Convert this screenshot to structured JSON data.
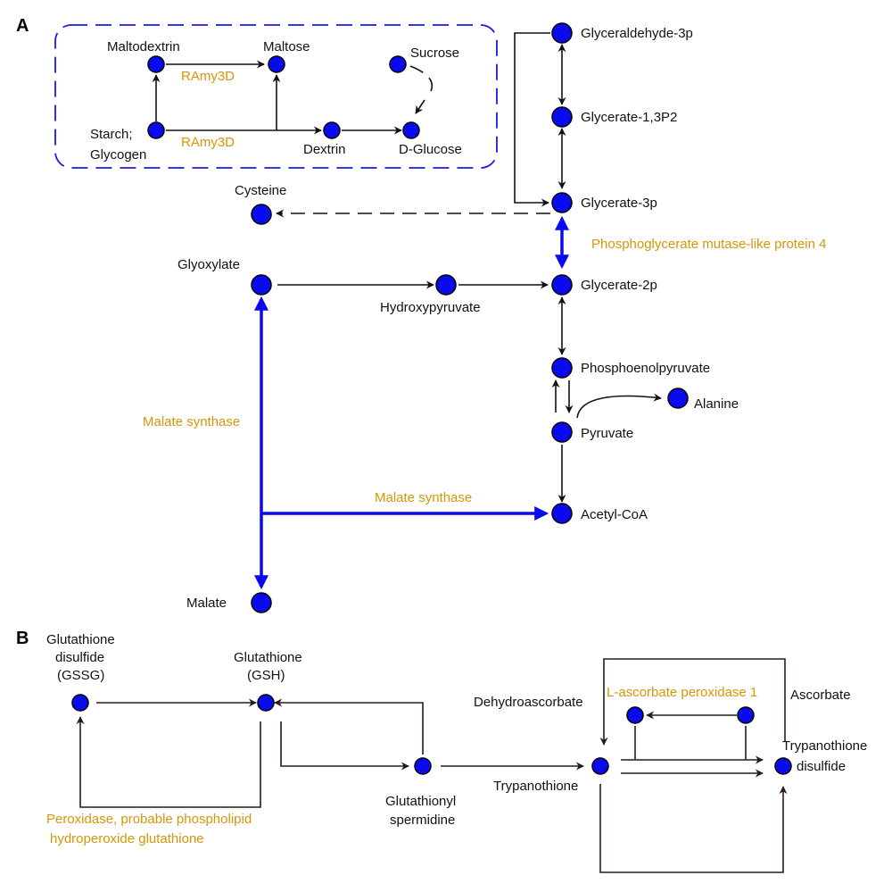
{
  "panels": {
    "a": "A",
    "b": "B"
  },
  "colors": {
    "node": "#0a0aee",
    "enzyme": "#d4960a",
    "edge": "#111111",
    "highlight": "#0a0aee"
  },
  "a": {
    "maltodextrin": "Maltodextrin",
    "maltose": "Maltose",
    "sucrose": "Sucrose",
    "starch": "Starch;",
    "glycogen": "Glycogen",
    "dextrin": "Dextrin",
    "dglucose": "D-Glucose",
    "ramy_top": "RAmy3D",
    "ramy_bottom": "RAmy3D",
    "glyceraldehyde": "Glyceraldehyde-3p",
    "glycerate13": "Glycerate-1,3P2",
    "glycerate3p": "Glycerate-3p",
    "cysteine": "Cysteine",
    "pgm": "Phosphoglycerate mutase-like protein 4",
    "glyoxylate": "Glyoxylate",
    "hydroxypyruvate": "Hydroxypyruvate",
    "glycerate2p": "Glycerate-2p",
    "pep": "Phosphoenolpyruvate",
    "alanine": "Alanine",
    "pyruvate": "Pyruvate",
    "malate_synthase_left": "Malate synthase",
    "malate_synthase_mid": "Malate synthase",
    "acetylcoa": "Acetyl-CoA",
    "malate": "Malate"
  },
  "b": {
    "gssg_1": "Glutathione",
    "gssg_2": "disulfide",
    "gssg_3": "(GSSG)",
    "gsh_1": "Glutathione",
    "gsh_2": "(GSH)",
    "dehydroascorbate": "Dehydroascorbate",
    "lapx": "L-ascorbate peroxidase 1",
    "ascorbate": "Ascorbate",
    "trypanothione_disulfide_1": "Trypanothione",
    "trypanothione_disulfide_2": "disulfide",
    "trypanothione": "Trypanothione",
    "glutathionyl_1": "Glutathionyl",
    "glutathionyl_2": "spermidine",
    "peroxidase_1": "Peroxidase, probable phospholipid",
    "peroxidase_2": "hydroperoxide glutathione"
  }
}
